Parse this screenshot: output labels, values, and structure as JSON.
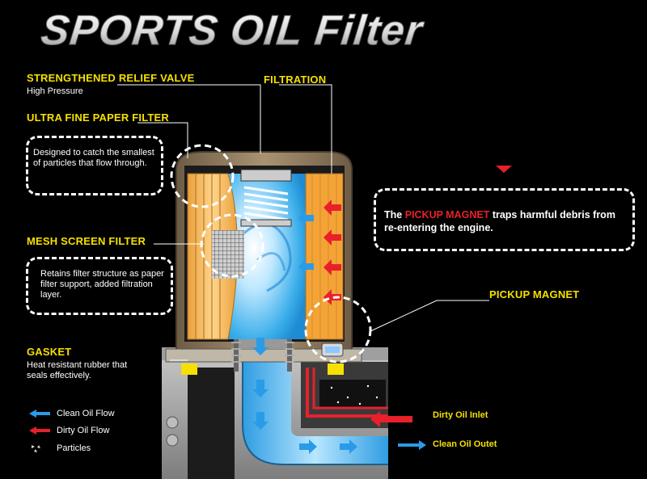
{
  "title": "SPORTS OIL Filter",
  "labels": {
    "relief_valve": {
      "title": "STRENGTHENED RELIEF VALVE",
      "sub": "High Pressure"
    },
    "filtration": {
      "title": "FILTRATION"
    },
    "paper_filter": {
      "title": "ULTRA FINE PAPER FILTER",
      "desc": "Designed to catch the smallest of particles that flow through."
    },
    "mesh_filter": {
      "title": "MESH SCREEN FILTER",
      "desc": "Retains filter structure as paper filter support, added filtration layer."
    },
    "gasket": {
      "title": "GASKET",
      "sub": "Heat resistant rubber that seals effectively."
    },
    "pickup_magnet": {
      "title": "PICKUP MAGNET"
    }
  },
  "magnet_callout": {
    "prefix": "The ",
    "highlight": "PICKUP MAGNET",
    "suffix": " traps harmful debris from re-entering the engine."
  },
  "legend": [
    {
      "label": "Clean Oil Flow",
      "icon": "blue-arrow-icon"
    },
    {
      "label": "Dirty Oil Flow",
      "icon": "red-arrow-icon"
    },
    {
      "label": "Particles",
      "icon": "particles-icon"
    }
  ],
  "flows": {
    "dirty_inlet": "Dirty Oil Inlet",
    "clean_outlet": "Clean Oil Outet"
  },
  "colors": {
    "background": "#000000",
    "label_yellow": "#f5e000",
    "clean_blue": "#2a9be8",
    "dirty_red": "#e8202a",
    "filter_orange": "#f2a83c",
    "housing_tan": "#9a8466"
  }
}
